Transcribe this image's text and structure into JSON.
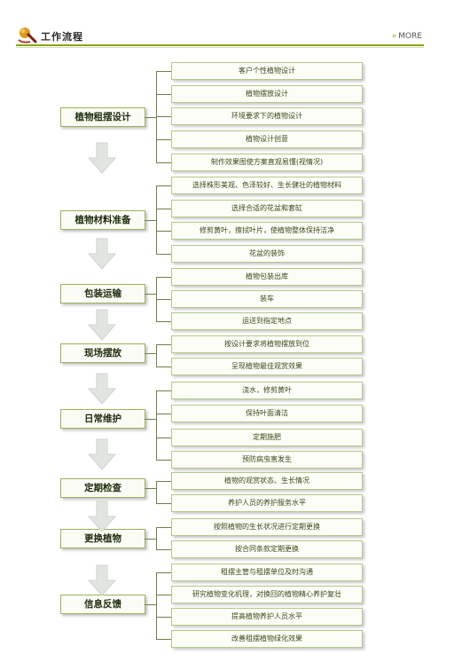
{
  "header": {
    "title": "工作流程",
    "more_label": "MORE",
    "more_arrows": "»"
  },
  "stages": [
    {
      "label": "植物租摆设计",
      "tasks": [
        "客户个性植物设计",
        "植物摆放设计",
        "环境要求下的植物设计",
        "植物设计创意",
        "制作效果图使方案直观易懂(视情况)"
      ]
    },
    {
      "label": "植物材料准备",
      "tasks": [
        "选择株形美观、色泽较好、生长健壮的植物材料",
        "选择合适的花盆和套缸",
        "修剪黄叶，擦拭叶片，使植物整体保持洁净",
        "花盆的装饰"
      ]
    },
    {
      "label": "包装运输",
      "tasks": [
        "植物包装出库",
        "装车",
        "运送到指定地点"
      ]
    },
    {
      "label": "现场摆放",
      "tasks": [
        "按设计要求将植物摆放到位",
        "呈现植物最佳观赏效果"
      ]
    },
    {
      "label": "日常维护",
      "tasks": [
        "浇水，修剪黄叶",
        "保持叶面清洁",
        "定期施肥",
        "预防病虫害发生"
      ]
    },
    {
      "label": "定期检查",
      "tasks": [
        "植物的观赏状态、生长情况",
        "养护人员的养护服务水平"
      ]
    },
    {
      "label": "更换植物",
      "tasks": [
        "按照植物的生长状况进行定期更换",
        "按合同条款定期更换"
      ]
    },
    {
      "label": "信息反馈",
      "tasks": [
        "租摆主管与租摆单位及时沟通",
        "研究植物变化机理，对换回的植物精心养护复壮",
        "提高植物养护人员水平",
        "改善租摆植物绿化效果"
      ]
    }
  ],
  "colors": {
    "accent": "#8aa31f",
    "stage_border": "#9bb35c",
    "task_border": "#b5c98a",
    "connector": "#6f7f4c",
    "arrow_fill": "#e2e4df"
  }
}
